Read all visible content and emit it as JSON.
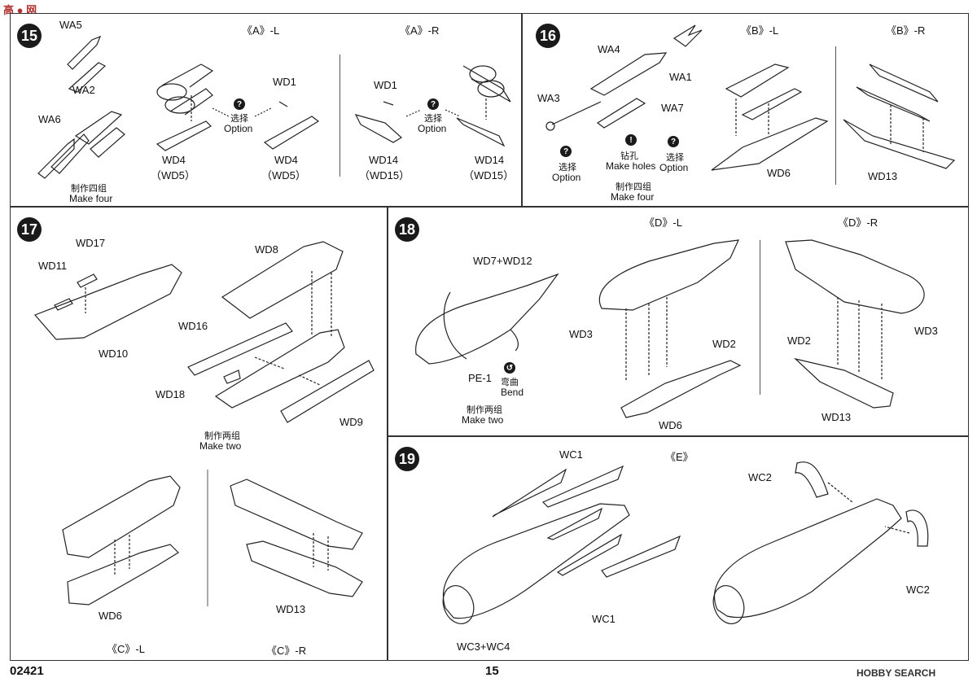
{
  "watermark_top": "高 ● 网",
  "footer": {
    "code": "02421",
    "page": "15",
    "brand": "HOBBY SEARCH"
  },
  "common": {
    "option_cn": "选择",
    "option_en": "Option",
    "make_holes_cn": "钻孔",
    "make_holes_en": "Make holes",
    "bend_cn": "弯曲",
    "bend_en": "Bend"
  },
  "step15": {
    "number": "15",
    "titleL": "《A》-L",
    "titleR": "《A》-R",
    "wa5": "WA5",
    "wa2": "WA2",
    "wa6": "WA6",
    "wd1a": "WD1",
    "wd1b": "WD1",
    "wd4a": "WD4",
    "wd5a": "（WD5）",
    "wd4b": "WD4",
    "wd5b": "（WD5）",
    "wd14a": "WD14",
    "wd15a": "（WD15）",
    "wd14b": "WD14",
    "wd15b": "（WD15）",
    "make_cn": "制作四组",
    "make_en": "Make four"
  },
  "step16": {
    "number": "16",
    "titleL": "《B》-L",
    "titleR": "《B》-R",
    "wa4": "WA4",
    "wa1": "WA1",
    "wa3": "WA3",
    "wa7": "WA7",
    "wd6": "WD6",
    "wd13": "WD13",
    "make_cn": "制作四组",
    "make_en": "Make four"
  },
  "step17": {
    "number": "17",
    "wd17": "WD17",
    "wd11": "WD11",
    "wd10": "WD10",
    "wd8": "WD8",
    "wd16": "WD16",
    "wd18": "WD18",
    "wd9": "WD9",
    "make_cn": "制作两组",
    "make_en": "Make two",
    "wd6": "WD6",
    "wd13": "WD13",
    "titleL": "《C》-L",
    "titleR": "《C》-R"
  },
  "step18": {
    "number": "18",
    "titleL": "《D》-L",
    "titleR": "《D》-R",
    "wd7wd12": "WD7+WD12",
    "pe1": "PE-1",
    "wd3a": "WD3",
    "wd2a": "WD2",
    "wd2b": "WD2",
    "wd3b": "WD3",
    "wd6": "WD6",
    "wd13": "WD13",
    "make_cn": "制作两组",
    "make_en": "Make two"
  },
  "step19": {
    "number": "19",
    "title": "《E》",
    "wc1a": "WC1",
    "wc1b": "WC1",
    "wc3wc4": "WC3+WC4",
    "wc2a": "WC2",
    "wc2b": "WC2"
  }
}
